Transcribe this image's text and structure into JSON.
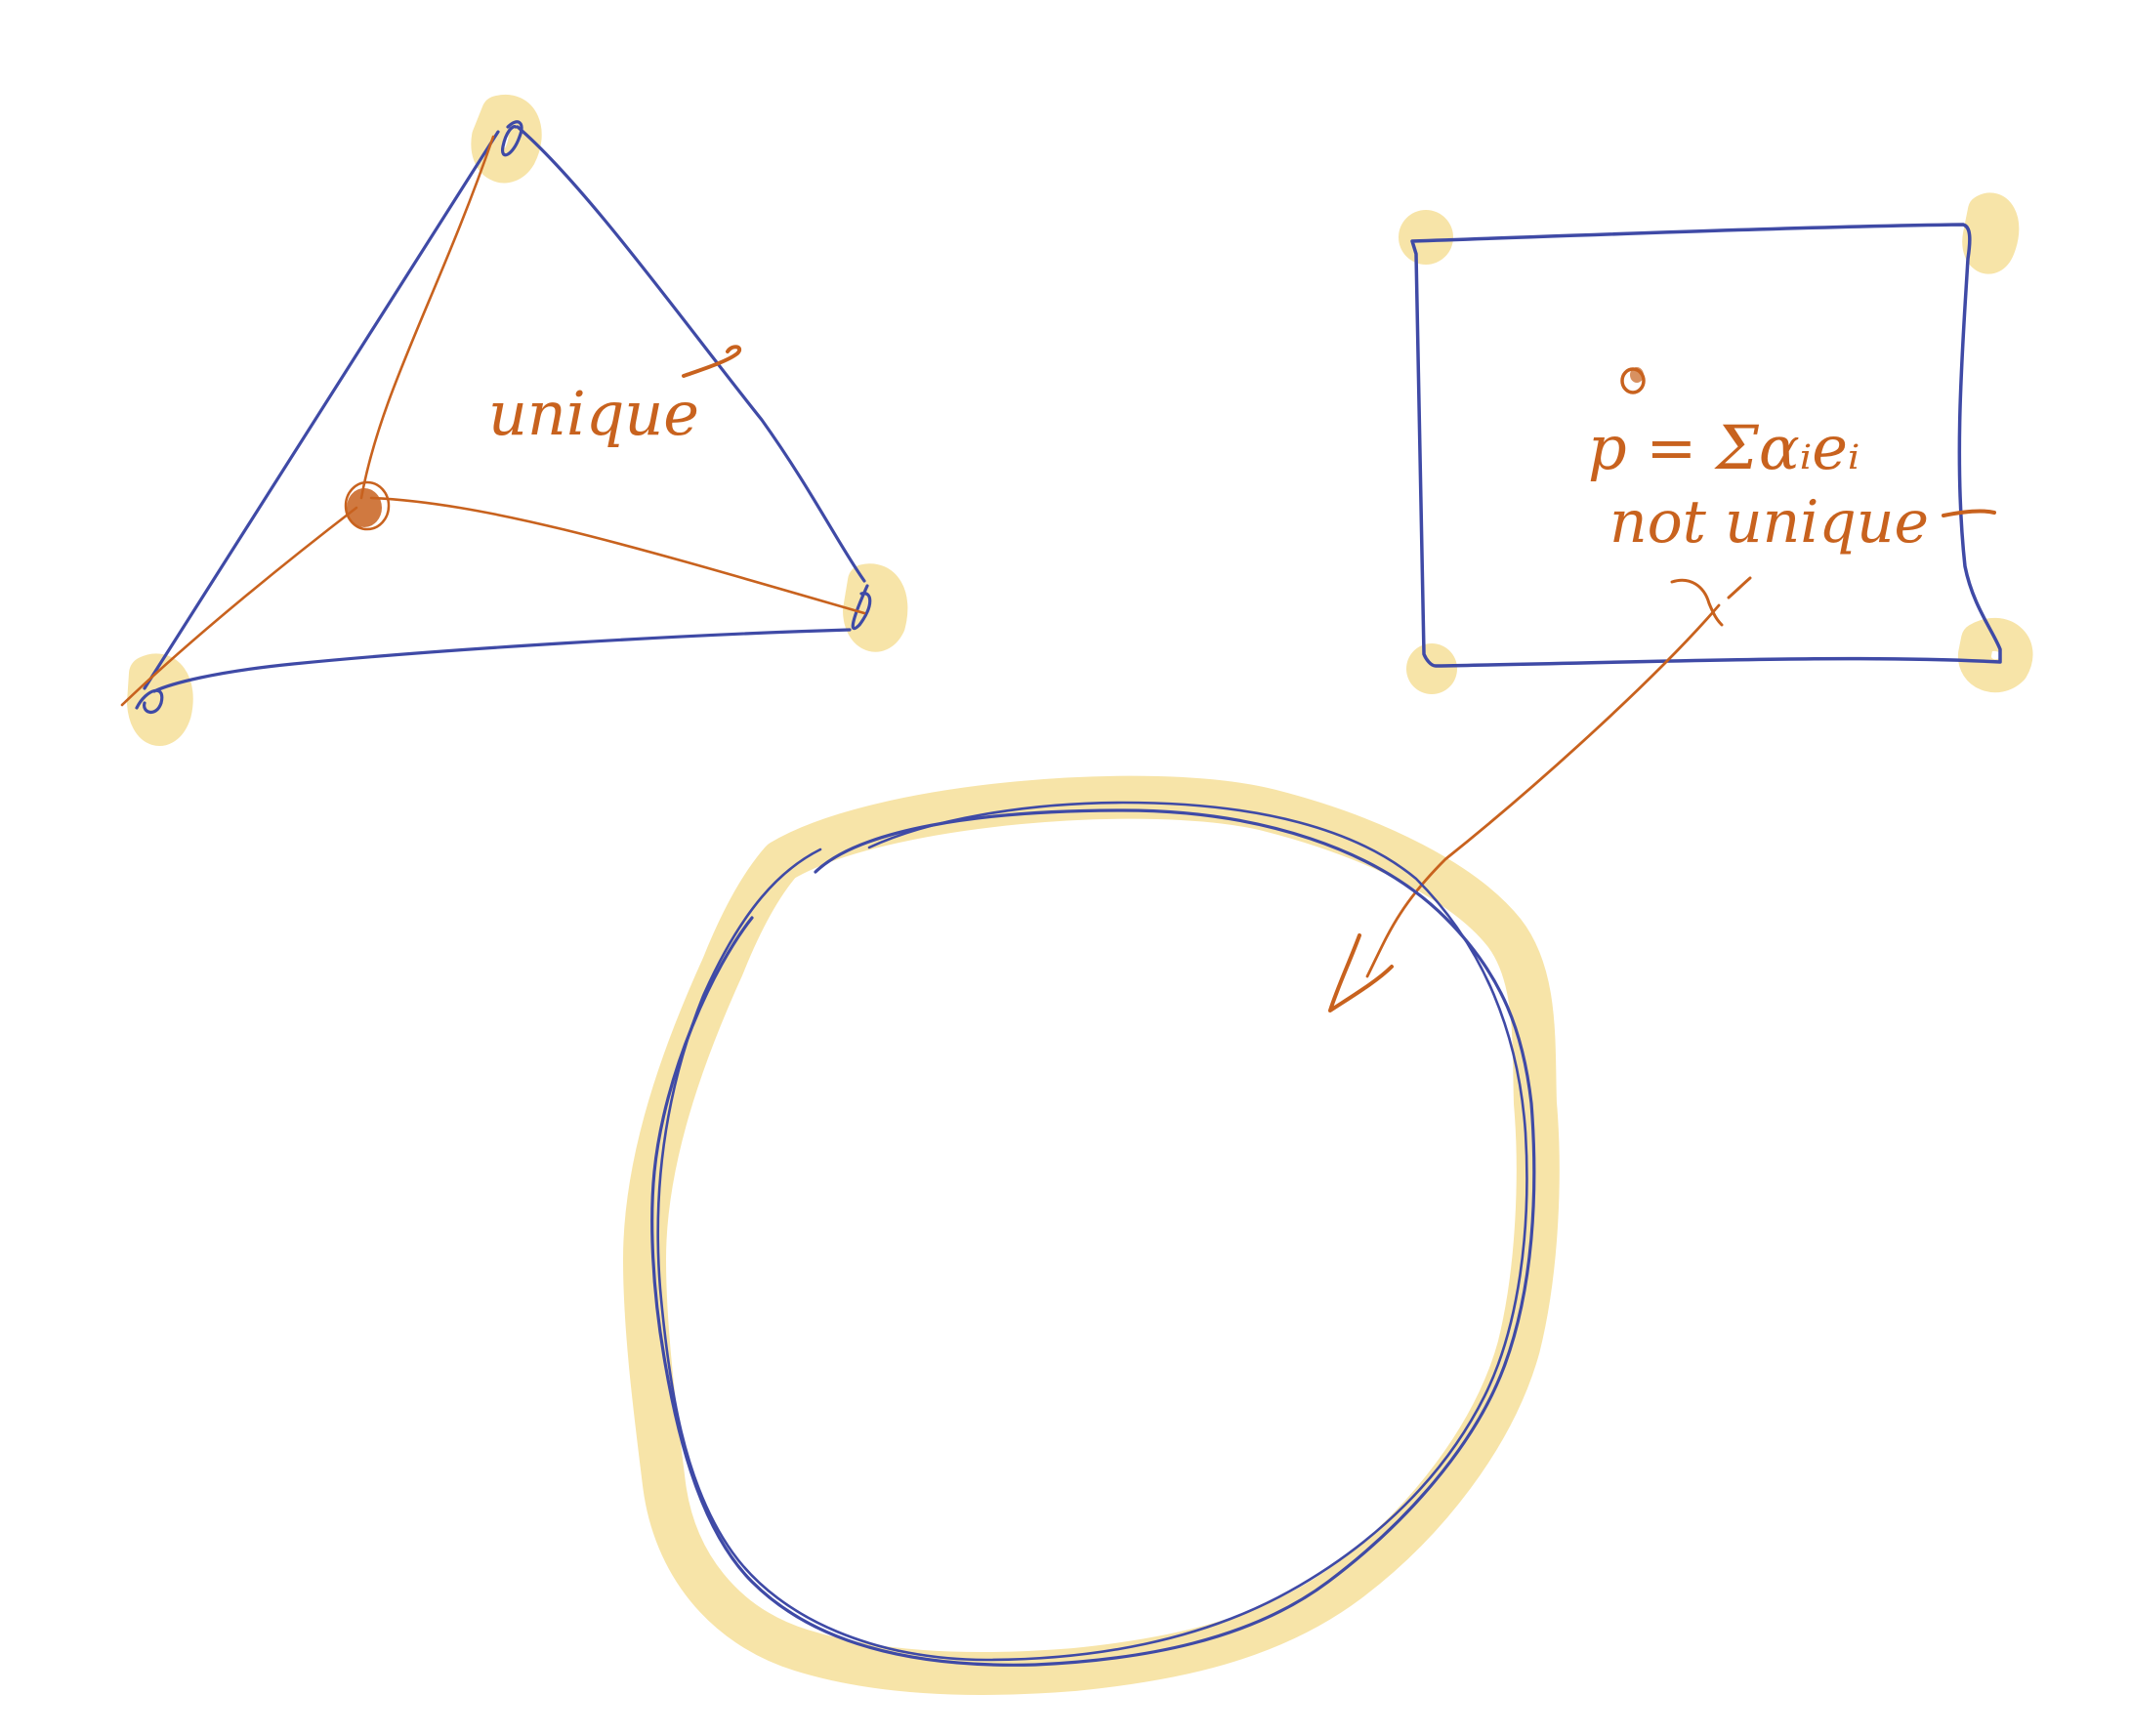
{
  "colors": {
    "background": "#ffffff",
    "shape_ink": "#3f4aa6",
    "annotation_ink": "#c8621e",
    "highlight": "#f7e4a8"
  },
  "annotations": {
    "triangle_note": "unique",
    "formula": "p = Σαᵢeᵢ",
    "rectangle_note": "not unique"
  }
}
